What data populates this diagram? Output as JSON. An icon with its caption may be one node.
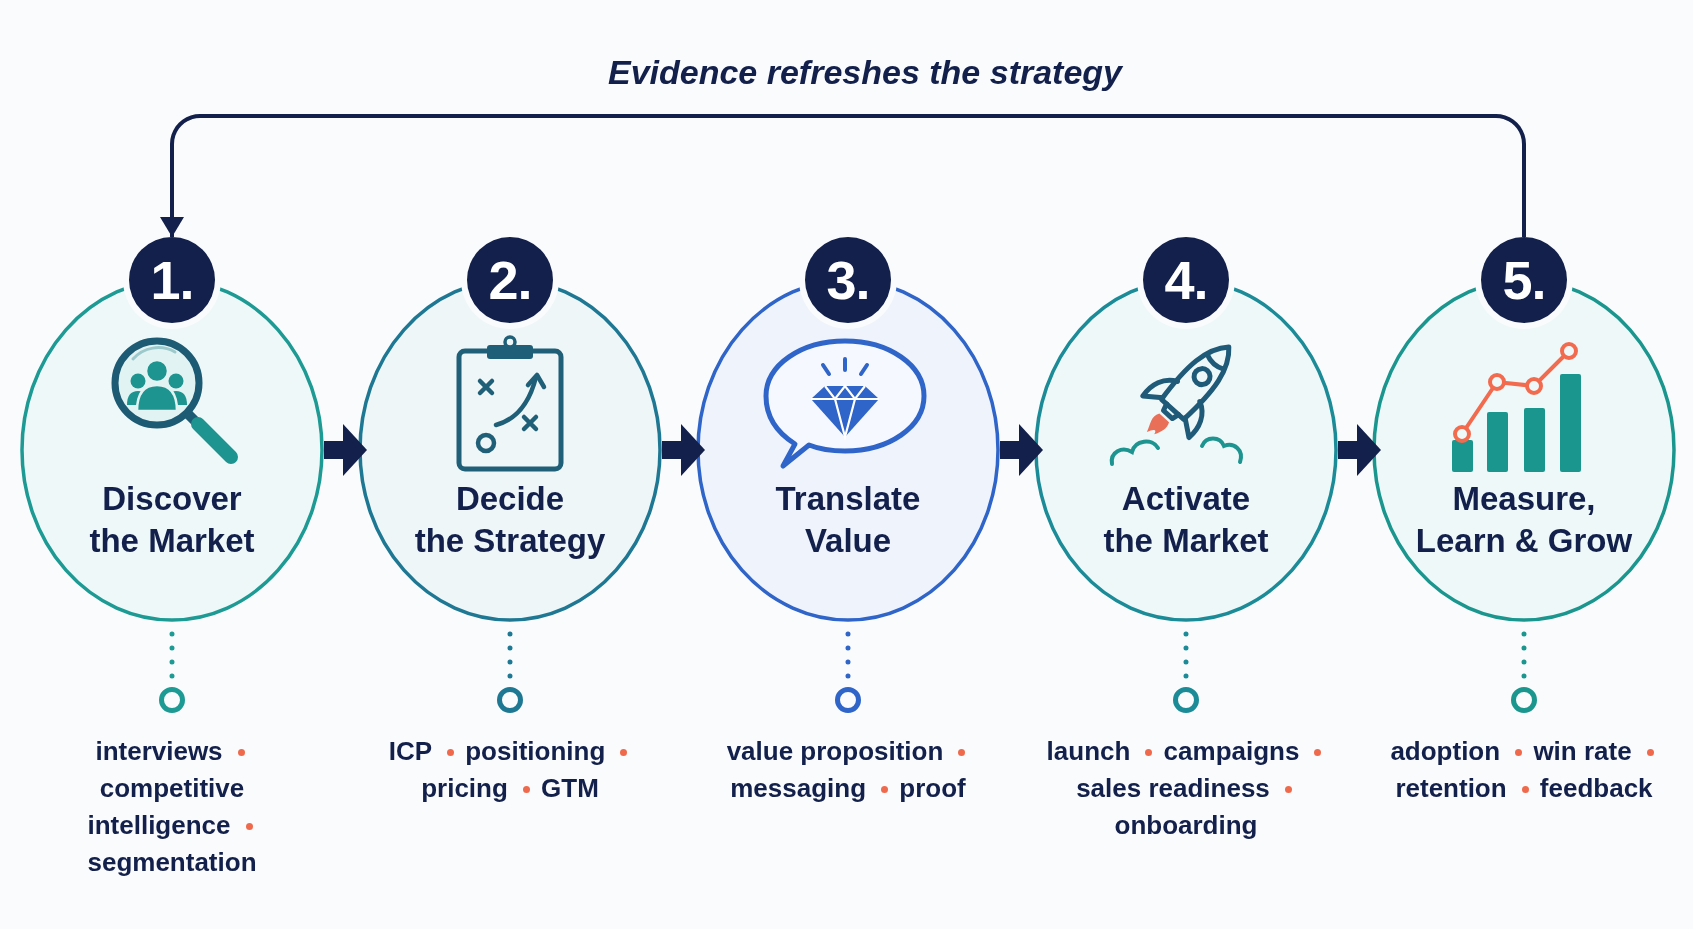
{
  "diagram": {
    "nodes": [
      {
        "text": [
          "1."
        ]
      },
      {
        "text": [
          "Discover the Market"
        ]
      },
      {
        "text": [],
        "shape": "circle",
        "beside": [
          "interviews",
          "competitive intelligence",
          "segmentation"
        ]
      },
      {
        "text": [
          "2."
        ]
      },
      {
        "text": [
          "Decide the Strategy"
        ]
      },
      {
        "text": [],
        "shape": "circle",
        "beside": [
          "ICP",
          "positioning",
          "pricing",
          "GTM"
        ]
      },
      {
        "text": [
          "3."
        ]
      },
      {
        "text": [
          "Translate Value"
        ]
      },
      {
        "text": [],
        "shape": "circle",
        "beside": [
          "value proposition",
          "messaging",
          "proof"
        ]
      },
      {
        "text": [
          "4."
        ]
      },
      {
        "text": [
          "Activate the Market"
        ]
      },
      {
        "text": [],
        "shape": "circle",
        "beside": [
          "launch",
          "campaigns",
          "sales readiness",
          "onboarding"
        ]
      },
      {
        "text": [
          "5."
        ]
      },
      {
        "text": [
          "Measure, Learn & Grow"
        ]
      },
      {
        "text": [],
        "shape": "circle",
        "beside": [
          "adoption",
          "win rate",
          "retention",
          "feedback"
        ]
      }
    ],
    "edges": [
      {
        "from": 1,
        "to": 4,
        "arrow": "to",
        "style": "thick"
      },
      {
        "from": 4,
        "to": 7,
        "arrow": "to",
        "style": "thick"
      },
      {
        "from": 7,
        "to": 10,
        "arrow": "to",
        "style": "thick"
      },
      {
        "from": 10,
        "to": 13,
        "arrow": "to",
        "style": "thick"
      },
      {
        "from": 12,
        "to": 0,
        "arrow": "to",
        "label": "Evidence refreshes the strategy"
      },
      {
        "from": 1,
        "to": 2,
        "arrow": "none",
        "style": "dashed",
        "color": "#1d9a94"
      },
      {
        "from": 4,
        "to": 5,
        "arrow": "none",
        "style": "dashed",
        "color": "#1f7893"
      },
      {
        "from": 7,
        "to": 8,
        "arrow": "none",
        "style": "dashed",
        "color": "#2f64c8"
      },
      {
        "from": 10,
        "to": 11,
        "arrow": "none",
        "style": "dashed",
        "color": "#1c8b98"
      },
      {
        "from": 13,
        "to": 14,
        "arrow": "none",
        "style": "dashed",
        "color": "#1a968f"
      }
    ]
  }
}
